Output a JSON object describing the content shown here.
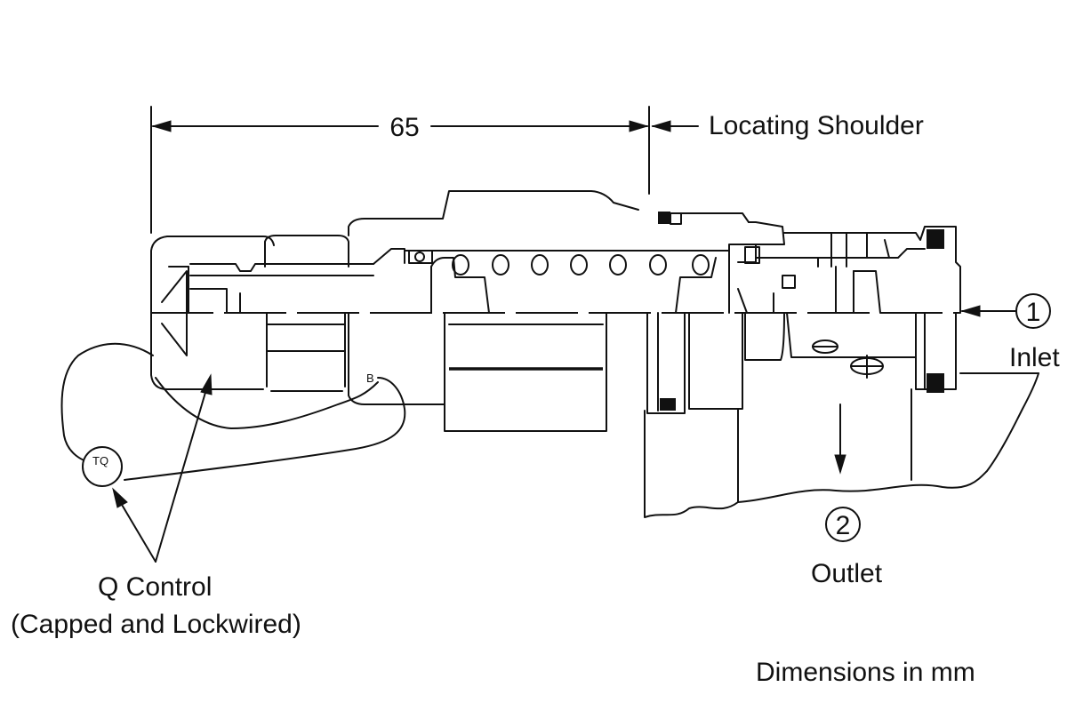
{
  "dimension": {
    "value": "65"
  },
  "labels": {
    "locating_shoulder": "Locating Shoulder",
    "inlet": "Inlet",
    "outlet": "Outlet",
    "q_control": "Q Control",
    "q_control_note": "(Capped and Lockwired)",
    "dimensions_note": "Dimensions in mm",
    "port_b": "B"
  },
  "ports": {
    "inlet_number": "1",
    "outlet_number": "2",
    "control_tag": "TQ"
  }
}
